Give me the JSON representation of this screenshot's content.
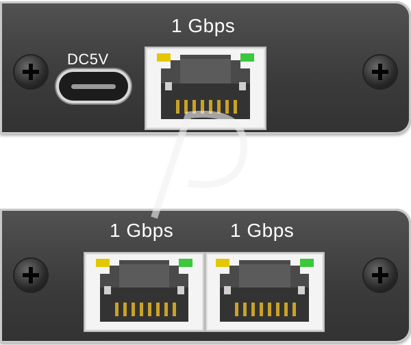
{
  "top_panel": {
    "speed_label": "1 Gbps",
    "power_label": "DC5V"
  },
  "bottom_panel": {
    "port1_speed_label": "1 Gbps",
    "port2_speed_label": "1 Gbps"
  },
  "colors": {
    "housing": "#3f3f3f",
    "housing_edge": "#c9c9c9",
    "led_yellow": "#e3c800",
    "led_green": "#3cc83c",
    "port_bg": "#f4f4f4",
    "contact_gold": "#c9a227"
  },
  "icons": {
    "screw": "phillips-screw-icon",
    "led_left": "yellow-led-icon",
    "led_right": "green-led-icon",
    "usb": "usb-c-port",
    "ethernet": "rj45-port"
  }
}
